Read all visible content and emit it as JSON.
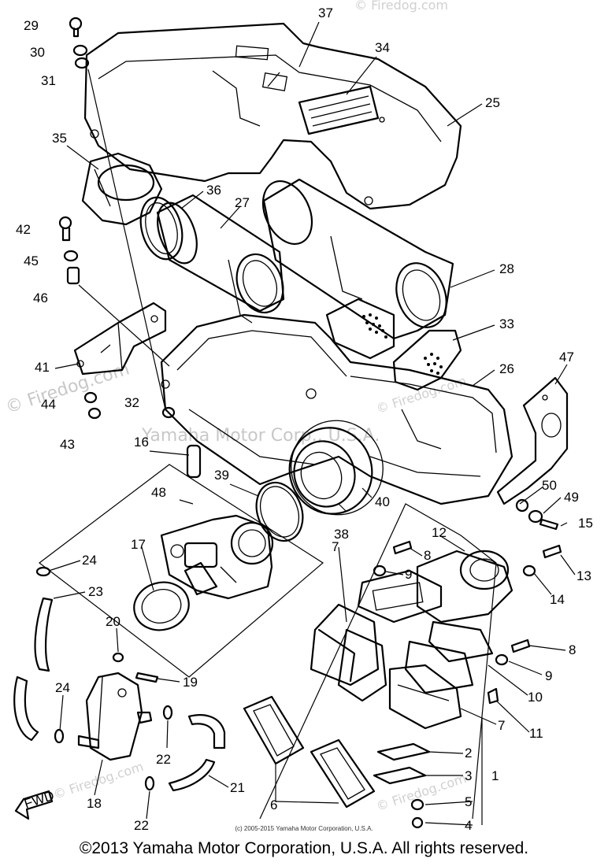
{
  "callouts": [
    "29",
    "30",
    "31",
    "37",
    "34",
    "25",
    "35",
    "36",
    "27",
    "28",
    "42",
    "45",
    "46",
    "33",
    "41",
    "26",
    "47",
    "44",
    "32",
    "43",
    "16",
    "39",
    "40",
    "50",
    "49",
    "48",
    "15",
    "38",
    "17",
    "24",
    "8",
    "12",
    "13",
    "9",
    "14",
    "23",
    "7",
    "20",
    "19",
    "24",
    "22",
    "21",
    "18",
    "22",
    "6",
    "8",
    "9",
    "10",
    "7",
    "11",
    "2",
    "3",
    "1",
    "5",
    "4"
  ],
  "watermarks": [
    "© Firedog.com",
    "Yamaha Motor Corp., U.S.A.",
    "© Firedog.com",
    "© Firedog.com",
    "© Firedog.com",
    "© Firedog.com"
  ],
  "direction_badge": "FWD",
  "small_copyright": "(c) 2005-2015 Yamaha Motor Corporation, U.S.A.",
  "footer": "©2013 Yamaha Motor Corporation, U.S.A. All rights reserved."
}
